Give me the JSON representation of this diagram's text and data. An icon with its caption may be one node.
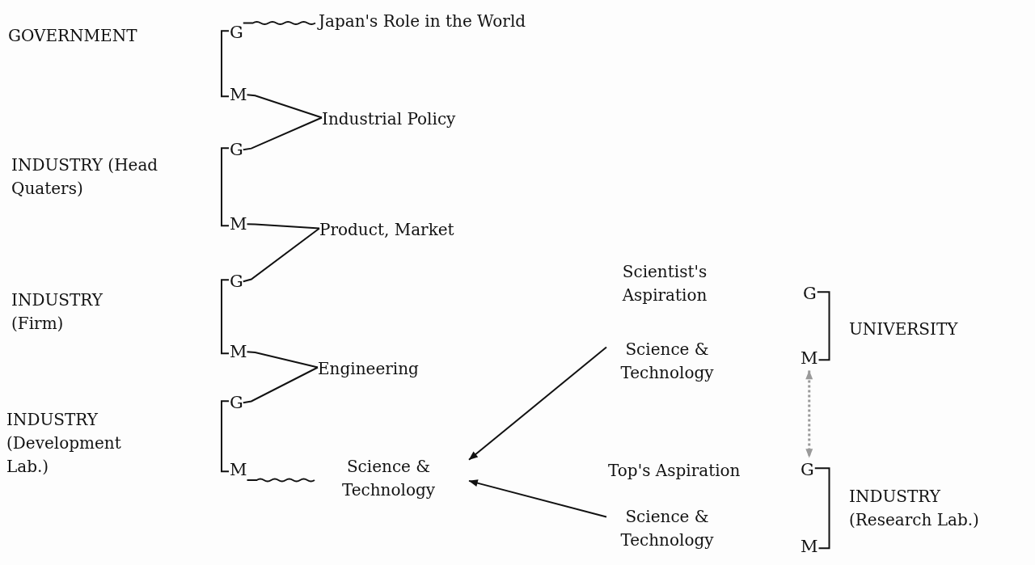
{
  "diagram": {
    "nodes": [
      {
        "text": [
          "GOVERNMENT"
        ]
      },
      {
        "text": [
          "G"
        ]
      },
      {
        "text": [
          "M"
        ]
      },
      {
        "text": [
          "Japan's Role in the World"
        ]
      },
      {
        "text": [
          "Industrial Policy"
        ]
      },
      {
        "text": [
          "INDUSTRY (Head Quaters)"
        ]
      },
      {
        "text": [
          "G"
        ]
      },
      {
        "text": [
          "M"
        ]
      },
      {
        "text": [
          "Product, Market"
        ]
      },
      {
        "text": [
          "INDUSTRY (Firm)"
        ]
      },
      {
        "text": [
          "G"
        ]
      },
      {
        "text": [
          "M"
        ]
      },
      {
        "text": [
          "Engineering"
        ]
      },
      {
        "text": [
          "INDUSTRY (Development Lab.)"
        ]
      },
      {
        "text": [
          "G"
        ]
      },
      {
        "text": [
          "M"
        ]
      },
      {
        "text": [
          "Science & Technology"
        ]
      },
      {
        "text": [
          "Scientist's Aspiration"
        ]
      },
      {
        "text": [
          "Science & Technology"
        ]
      },
      {
        "text": [
          "G"
        ]
      },
      {
        "text": [
          "M"
        ]
      },
      {
        "text": [
          "UNIVERSITY"
        ]
      },
      {
        "text": [
          "Top's Aspiration"
        ]
      },
      {
        "text": [
          "G"
        ]
      },
      {
        "text": [
          "Science & Technology"
        ]
      },
      {
        "text": [
          "M"
        ]
      },
      {
        "text": [
          "INDUSTRY (Research Lab.)"
        ]
      }
    ],
    "edges": [
      {
        "from": 1,
        "to": 2,
        "arrow": "none"
      },
      {
        "from": 1,
        "to": 3,
        "arrow": "none"
      },
      {
        "from": 2,
        "to": 4,
        "arrow": "none"
      },
      {
        "from": 6,
        "to": 4,
        "arrow": "none"
      },
      {
        "from": 6,
        "to": 7,
        "arrow": "none"
      },
      {
        "from": 7,
        "to": 8,
        "arrow": "none"
      },
      {
        "from": 10,
        "to": 8,
        "arrow": "none"
      },
      {
        "from": 10,
        "to": 11,
        "arrow": "none"
      },
      {
        "from": 11,
        "to": 12,
        "arrow": "none"
      },
      {
        "from": 14,
        "to": 12,
        "arrow": "none"
      },
      {
        "from": 14,
        "to": 15,
        "arrow": "none"
      },
      {
        "from": 15,
        "to": 16,
        "arrow": "none"
      },
      {
        "from": 18,
        "to": 16,
        "arrow": "to"
      },
      {
        "from": 24,
        "to": 16,
        "arrow": "to"
      },
      {
        "from": 19,
        "to": 20,
        "arrow": "none"
      },
      {
        "from": 20,
        "to": 23,
        "arrow": "both",
        "style": "dashed",
        "color": "#9a9a9a"
      },
      {
        "from": 23,
        "to": 25,
        "arrow": "none"
      }
    ]
  }
}
